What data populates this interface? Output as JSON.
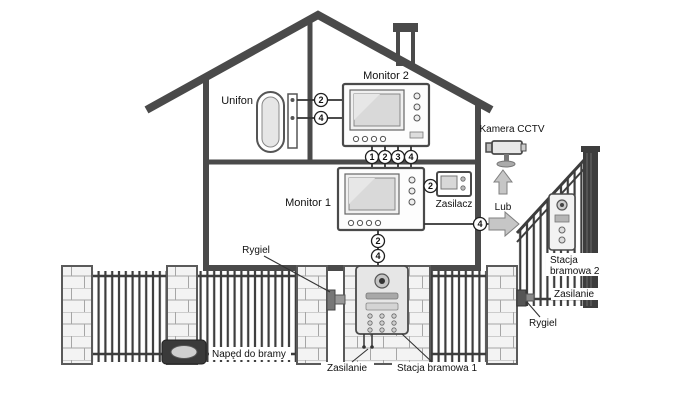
{
  "colors": {
    "outline": "#4a4a4a",
    "wire": "#333333",
    "brick_fill": "#f3f3f3",
    "metal_dark": "#3d3d3d",
    "panel_fill": "#e6e6e6",
    "arrow_fill": "#c6c6c6"
  },
  "labels": {
    "monitor2": "Monitor 2",
    "monitor1": "Monitor 1",
    "unifon": "Unifon",
    "kamera_cctv": "Kamera CCTV",
    "zasilacz": "Zasilacz",
    "lub": "Lub",
    "rygiel_fence": "Rygiel",
    "rygiel_gate": "Rygiel",
    "stacja_bramowa_2_line1": "Stacja",
    "stacja_bramowa_2_line2": "bramowa 2",
    "zasilanie_gate": "Zasilanie",
    "zasilanie_station": "Zasilanie",
    "naped_do_bramy": "Napęd do bramy",
    "stacja_bramowa_1": "Stacja bramowa 1"
  },
  "wire_markers": {
    "unifon_wire_top": "2",
    "unifon_wire_bottom": "4",
    "monitor_bus": [
      "1",
      "2",
      "3",
      "4"
    ],
    "zasilacz_wire": "2",
    "station_riser_top": "2",
    "station_riser_bottom": "4",
    "station2_branch": "4"
  }
}
